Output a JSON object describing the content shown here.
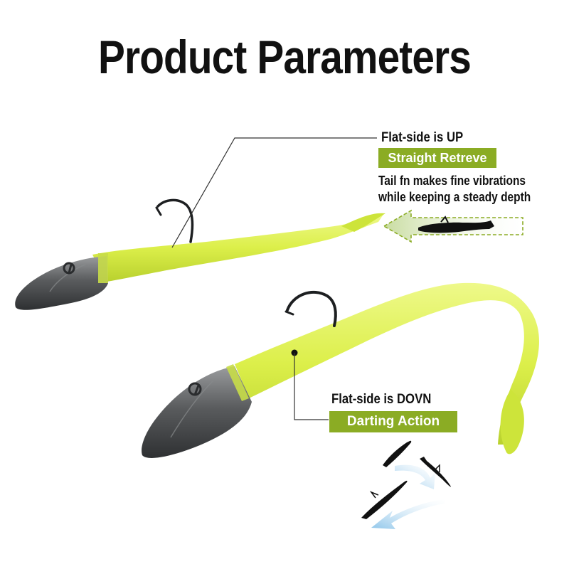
{
  "title": "Product Parameters",
  "callout_up": {
    "heading": "Flat-side is UP",
    "badge": "Straight Retreve",
    "description_line1": "Tail fn makes fine vibrations",
    "description_line2": "while keeping a steady depth"
  },
  "callout_down": {
    "heading": "Flat-side is DOVN",
    "badge": "Darting Action"
  },
  "colors": {
    "lure_body": "#dcef4a",
    "badge": "#8bac24",
    "jig_head": "#5a5c5e",
    "arrow_blue": "#8fc6ea",
    "arrow_green": "#c8dca0"
  }
}
